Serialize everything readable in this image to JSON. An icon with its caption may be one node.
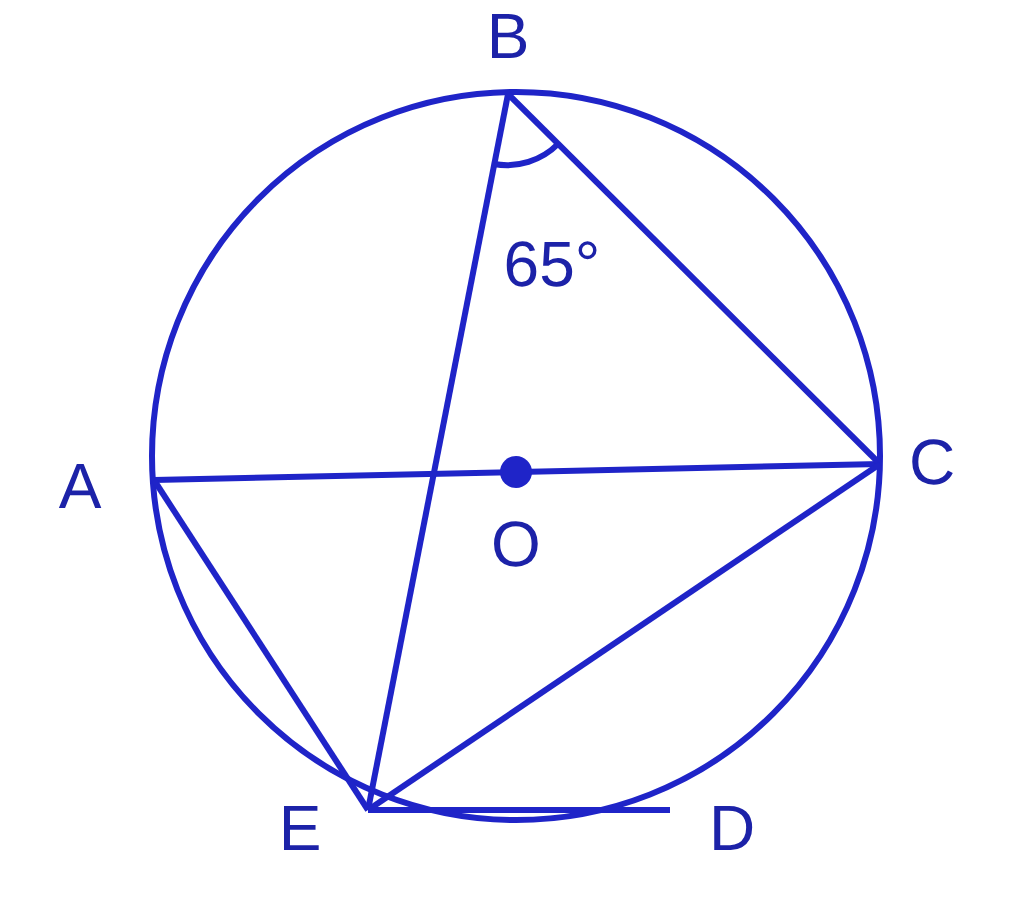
{
  "diagram": {
    "labels": [
      "B",
      "65°",
      "A",
      "C",
      "O",
      "E",
      "D"
    ]
  }
}
